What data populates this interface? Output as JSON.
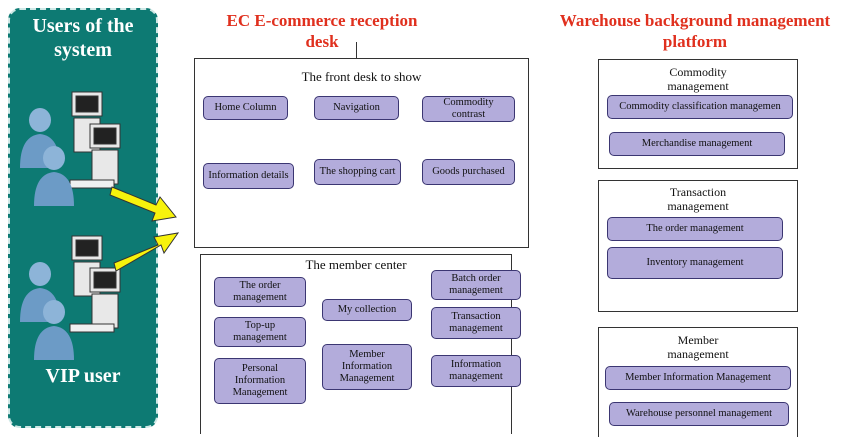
{
  "users_panel": {
    "top_label": "Users of the system",
    "bottom_label": "VIP user"
  },
  "titles": {
    "frontend": "EC E-commerce reception desk",
    "backend": "Warehouse background management platform"
  },
  "front_desk": {
    "title": "The front desk to show",
    "items": [
      "Home Column",
      "Navigation",
      "Commodity\ncontrast",
      "Information details",
      "The shopping cart",
      "Goods purchased"
    ]
  },
  "member_center": {
    "title": "The member center",
    "items": [
      "The order\nmanagement",
      "Top-up\nmanagement",
      "Personal\nInformation\nManagement",
      "My collection",
      "Member\nInformation\nManagement",
      "Batch order\nmanagement",
      "Transaction\nmanagement",
      "Information\nmanagement"
    ]
  },
  "commodity_mgmt": {
    "title": "Commodity\nmanagement",
    "items": [
      "Commodity classification managemen",
      "Merchandise management"
    ]
  },
  "transaction_mgmt": {
    "title": "Transaction\nmanagement",
    "items": [
      "The order management",
      "Inventory management"
    ]
  },
  "member_mgmt": {
    "title": "Member\nmanagement",
    "items": [
      "Member Information Management",
      "Warehouse personnel management"
    ]
  },
  "colors": {
    "panel": "#0d7a73",
    "box": "#b3acdb",
    "title_red": "#e0301e",
    "arrow": "#f7f20c"
  }
}
